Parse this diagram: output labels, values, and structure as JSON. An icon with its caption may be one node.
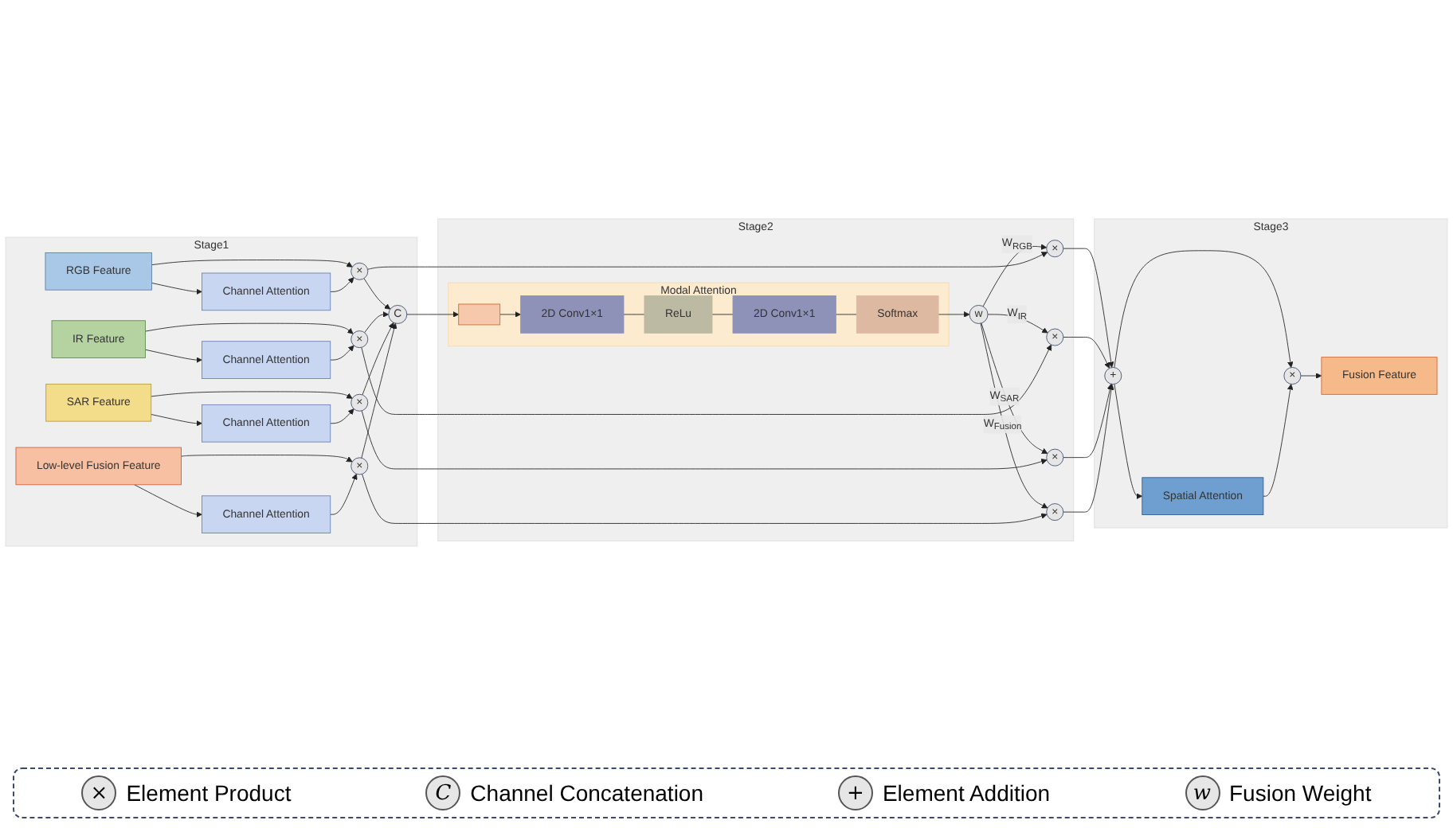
{
  "diagram": {
    "nodes": [
      {
        "text": [
          "Stage1"
        ]
      },
      {
        "text": [
          "RGB Feature"
        ],
        "in": 0
      },
      {
        "text": [
          "Channel Attention"
        ],
        "in": 0
      },
      {
        "text": [
          "×"
        ],
        "in": 0
      },
      {
        "text": [
          "IR Feature"
        ],
        "in": 0
      },
      {
        "text": [
          "Channel Attention"
        ],
        "in": 0
      },
      {
        "text": [
          "×"
        ],
        "in": 0
      },
      {
        "text": [
          "SAR Feature"
        ],
        "in": 0
      },
      {
        "text": [
          "Channel Attention"
        ],
        "in": 0
      },
      {
        "text": [
          "×"
        ],
        "in": 0
      },
      {
        "text": [
          "Low-level Fusion Feature"
        ],
        "in": 0
      },
      {
        "text": [
          "Channel Attention"
        ],
        "in": 0
      },
      {
        "text": [
          "×"
        ],
        "in": 0
      },
      {
        "text": [
          "C"
        ],
        "in": 0
      },
      {
        "text": [
          "Stage2"
        ]
      },
      {
        "text": [
          "Modal Attention"
        ],
        "in": 14
      },
      {
        "text": [],
        "shape": "box",
        "in": 15
      },
      {
        "text": [
          "2D Conv1×1"
        ],
        "in": 15
      },
      {
        "text": [
          "ReLu"
        ],
        "in": 15
      },
      {
        "text": [
          "2D Conv1×1"
        ],
        "in": 15
      },
      {
        "text": [
          "Softmax"
        ],
        "in": 15
      },
      {
        "text": [
          "w"
        ],
        "in": 14
      },
      {
        "text": [
          "×"
        ],
        "in": 14
      },
      {
        "text": [
          "×"
        ],
        "in": 14
      },
      {
        "text": [
          "×"
        ],
        "in": 14
      },
      {
        "text": [
          "×"
        ],
        "in": 14
      },
      {
        "text": [
          "Stage3"
        ]
      },
      {
        "text": [
          "+"
        ],
        "in": 26
      },
      {
        "text": [
          "Spatial Attention"
        ],
        "in": 26
      },
      {
        "text": [
          "×"
        ],
        "in": 26
      },
      {
        "text": [
          "Fusion Feature"
        ],
        "in": 26
      }
    ],
    "edges": [
      {
        "from": 1,
        "to": 2,
        "arrow": "to"
      },
      {
        "from": 1,
        "to": 3,
        "arrow": "to"
      },
      {
        "from": 2,
        "to": 3,
        "arrow": "to"
      },
      {
        "from": 4,
        "to": 5,
        "arrow": "to"
      },
      {
        "from": 4,
        "to": 6,
        "arrow": "to"
      },
      {
        "from": 5,
        "to": 6,
        "arrow": "to"
      },
      {
        "from": 7,
        "to": 8,
        "arrow": "to"
      },
      {
        "from": 7,
        "to": 9,
        "arrow": "to"
      },
      {
        "from": 8,
        "to": 9,
        "arrow": "to"
      },
      {
        "from": 10,
        "to": 11,
        "arrow": "to"
      },
      {
        "from": 10,
        "to": 12,
        "arrow": "to"
      },
      {
        "from": 11,
        "to": 12,
        "arrow": "to"
      },
      {
        "from": 3,
        "to": 13,
        "arrow": "to"
      },
      {
        "from": 6,
        "to": 13,
        "arrow": "to"
      },
      {
        "from": 9,
        "to": 13,
        "arrow": "to"
      },
      {
        "from": 12,
        "to": 13,
        "arrow": "to"
      },
      {
        "from": 13,
        "to": 16,
        "arrow": "to"
      },
      {
        "from": 16,
        "to": 17,
        "arrow": "to"
      },
      {
        "from": 17,
        "to": 18,
        "arrow": "none"
      },
      {
        "from": 18,
        "to": 19,
        "arrow": "none"
      },
      {
        "from": 19,
        "to": 20,
        "arrow": "none"
      },
      {
        "from": 20,
        "to": 21,
        "arrow": "to"
      },
      {
        "from": 21,
        "to": 22,
        "arrow": "to",
        "label": "W$_{RGB}$"
      },
      {
        "from": 21,
        "to": 23,
        "arrow": "to",
        "label": "W$_{IR}$"
      },
      {
        "from": 21,
        "to": 24,
        "arrow": "to",
        "label": "W$_{SAR}$"
      },
      {
        "from": 21,
        "to": 25,
        "arrow": "to",
        "label": "W$_{Fusion}$"
      },
      {
        "from": 3,
        "to": 22,
        "arrow": "to"
      },
      {
        "from": 6,
        "to": 23,
        "arrow": "to"
      },
      {
        "from": 9,
        "to": 24,
        "arrow": "to"
      },
      {
        "from": 12,
        "to": 25,
        "arrow": "to"
      },
      {
        "from": 22,
        "to": 27,
        "arrow": "to"
      },
      {
        "from": 23,
        "to": 27,
        "arrow": "to"
      },
      {
        "from": 24,
        "to": 27,
        "arrow": "to"
      },
      {
        "from": 25,
        "to": 27,
        "arrow": "to"
      },
      {
        "from": 27,
        "to": 28,
        "arrow": "to"
      },
      {
        "from": 27,
        "to": 29,
        "arrow": "to"
      },
      {
        "from": 28,
        "to": 29,
        "arrow": "to"
      },
      {
        "from": 29,
        "to": 30,
        "arrow": "to"
      }
    ],
    "labels": [
      "×",
      "C",
      "+",
      "w"
    ],
    "legend": [
      {
        "text": "Element Product"
      },
      {
        "text": "Channel Concatenation"
      },
      {
        "text": "Element Addition"
      },
      {
        "text": "Fusion Weight"
      }
    ]
  }
}
